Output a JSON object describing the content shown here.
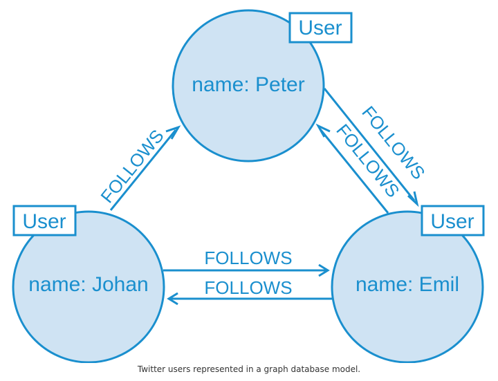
{
  "colors": {
    "node_fill": "#cfe3f3",
    "accent": "#1a8fce",
    "caption": "#333333"
  },
  "nodes": {
    "peter": {
      "label": "User",
      "name": "name: Peter"
    },
    "johan": {
      "label": "User",
      "name": "name: Johan"
    },
    "emil": {
      "label": "User",
      "name": "name: Emil"
    }
  },
  "relationships": {
    "johan_to_peter": "FOLLOWS",
    "peter_to_emil": "FOLLOWS",
    "emil_to_peter": "FOLLOWS",
    "johan_to_emil": "FOLLOWS",
    "emil_to_johan": "FOLLOWS"
  },
  "caption": "Twitter users represented in a graph database model."
}
